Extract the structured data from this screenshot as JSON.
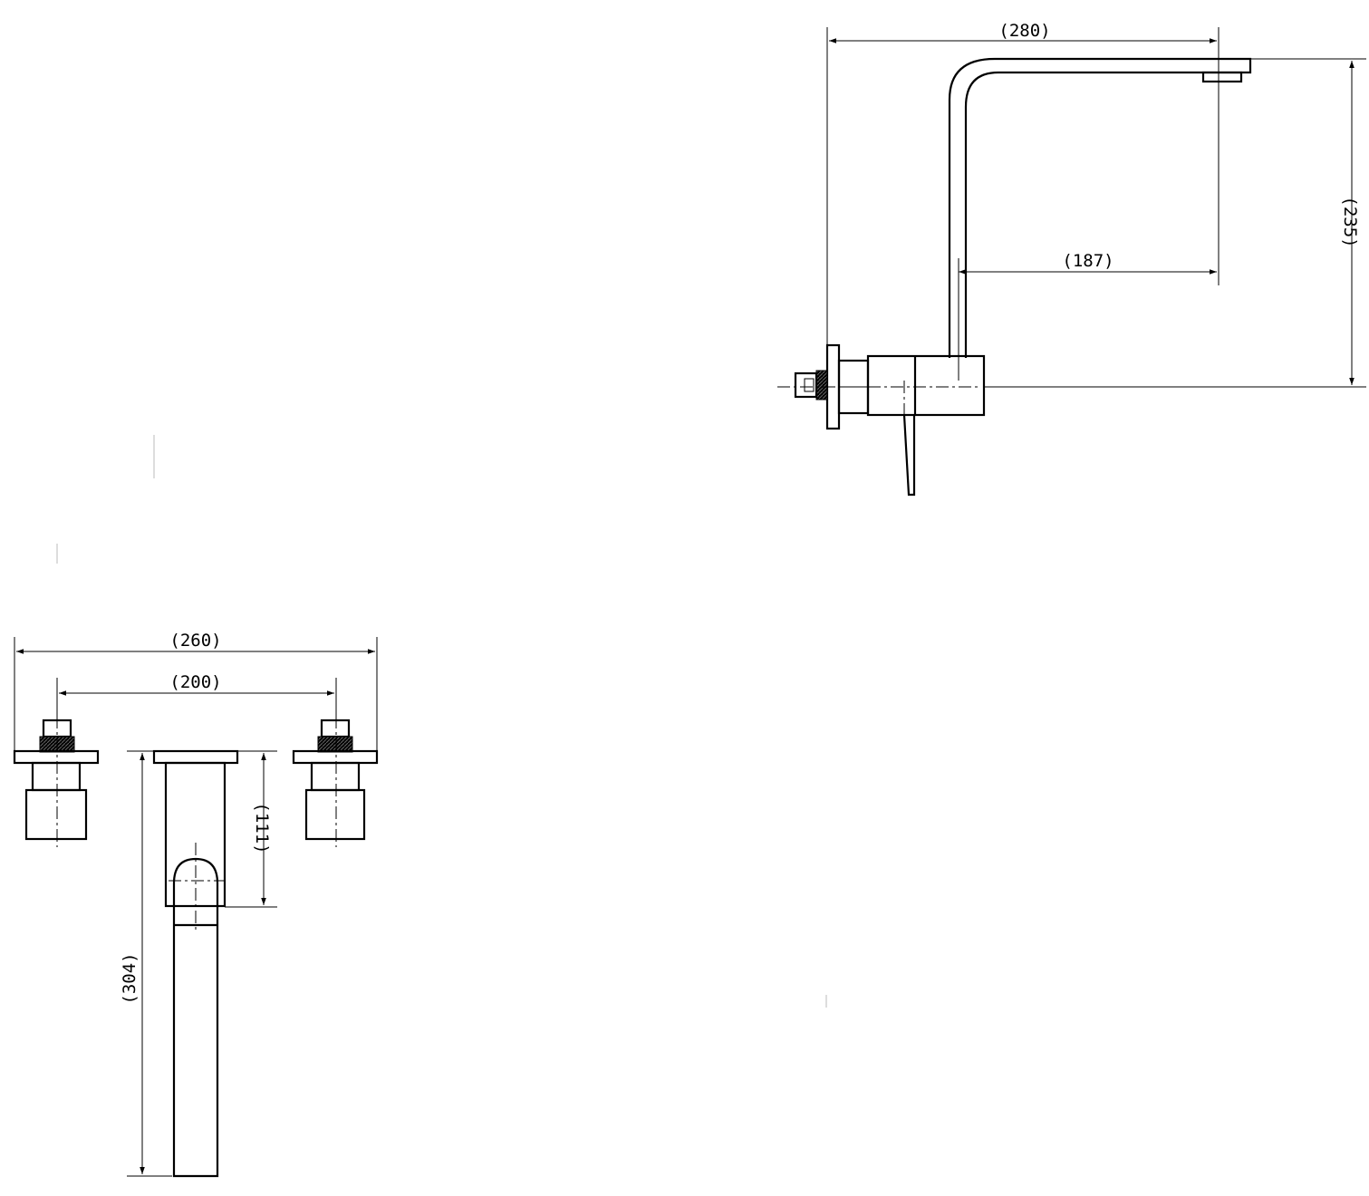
{
  "side_view": {
    "dims": {
      "total_reach": "(280)",
      "inner_reach": "(187)",
      "height": "(235)"
    }
  },
  "front_view": {
    "dims": {
      "overall_width": "(260)",
      "handle_centers": "(200)",
      "spout_projection": "(111)",
      "spout_length": "(304)"
    }
  }
}
